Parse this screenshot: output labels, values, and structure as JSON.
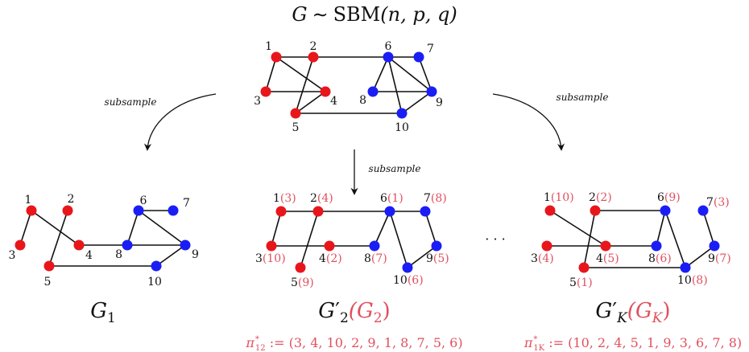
{
  "title": {
    "G": "G",
    "sim": "∼",
    "sbm": "SBM",
    "args": "(n, p, q)"
  },
  "subsample_label": "subsample",
  "ellipsis": "· · ·",
  "colors": {
    "red": "#e8161b",
    "blue": "#1a1ef5",
    "pink": "#e0505e",
    "black": "#111111"
  },
  "graphs": [
    {
      "id": "G",
      "nodes": [
        {
          "label": "1",
          "color": "red"
        },
        {
          "label": "2",
          "color": "red"
        },
        {
          "label": "3",
          "color": "red"
        },
        {
          "label": "4",
          "color": "red"
        },
        {
          "label": "5",
          "color": "red"
        },
        {
          "label": "6",
          "color": "blue"
        },
        {
          "label": "7",
          "color": "blue"
        },
        {
          "label": "8",
          "color": "blue"
        },
        {
          "label": "9",
          "color": "blue"
        },
        {
          "label": "10",
          "color": "blue"
        }
      ],
      "edges": [
        [
          1,
          2
        ],
        [
          1,
          3
        ],
        [
          1,
          4
        ],
        [
          2,
          6
        ],
        [
          2,
          5
        ],
        [
          3,
          4
        ],
        [
          4,
          5
        ],
        [
          6,
          7
        ],
        [
          6,
          8
        ],
        [
          6,
          9
        ],
        [
          6,
          10
        ],
        [
          7,
          9
        ],
        [
          8,
          9
        ],
        [
          9,
          10
        ],
        [
          5,
          10
        ]
      ]
    },
    {
      "id": "G1",
      "caption": {
        "main": "G",
        "sub": "1"
      },
      "nodes": [
        {
          "label": "1",
          "color": "red"
        },
        {
          "label": "2",
          "color": "red"
        },
        {
          "label": "3",
          "color": "red"
        },
        {
          "label": "4",
          "color": "red"
        },
        {
          "label": "5",
          "color": "red"
        },
        {
          "label": "6",
          "color": "blue"
        },
        {
          "label": "7",
          "color": "blue"
        },
        {
          "label": "8",
          "color": "blue"
        },
        {
          "label": "9",
          "color": "blue"
        },
        {
          "label": "10",
          "color": "blue"
        }
      ],
      "edges": [
        [
          1,
          3
        ],
        [
          1,
          4
        ],
        [
          2,
          5
        ],
        [
          4,
          8
        ],
        [
          5,
          10
        ],
        [
          6,
          7
        ],
        [
          6,
          8
        ],
        [
          6,
          9
        ],
        [
          8,
          9
        ],
        [
          9,
          10
        ]
      ]
    },
    {
      "id": "G2p",
      "caption": {
        "main": "G",
        "prime": "′",
        "sub": "2",
        "paren_main": "(G",
        "paren_sub": "2",
        "paren_close": ")"
      },
      "perm": {
        "pi": "π",
        "sup": "*",
        "sub": "12",
        "rest": " := (3, 4, 10, 2, 9, 1, 8, 7, 5, 6)"
      },
      "nodes": [
        {
          "label": "1",
          "perm": "(3)",
          "color": "red"
        },
        {
          "label": "2",
          "perm": "(4)",
          "color": "red"
        },
        {
          "label": "3",
          "perm": "(10)",
          "color": "red"
        },
        {
          "label": "4",
          "perm": "(2)",
          "color": "red"
        },
        {
          "label": "5",
          "perm": "(9)",
          "color": "red"
        },
        {
          "label": "6",
          "perm": "(1)",
          "color": "blue"
        },
        {
          "label": "7",
          "perm": "(8)",
          "color": "blue"
        },
        {
          "label": "8",
          "perm": "(7)",
          "color": "blue"
        },
        {
          "label": "9",
          "perm": "(5)",
          "color": "blue"
        },
        {
          "label": "10",
          "perm": "(6)",
          "color": "blue"
        }
      ],
      "edges": [
        [
          1,
          2
        ],
        [
          1,
          3
        ],
        [
          2,
          6
        ],
        [
          2,
          5
        ],
        [
          3,
          8
        ],
        [
          6,
          7
        ],
        [
          6,
          8
        ],
        [
          6,
          10
        ],
        [
          7,
          9
        ],
        [
          9,
          10
        ]
      ]
    },
    {
      "id": "GKp",
      "caption": {
        "main": "G",
        "prime": "′",
        "sub": "K",
        "paren_main": "(G",
        "paren_sub": "K",
        "paren_close": ")"
      },
      "perm": {
        "pi": "π",
        "sup": "*",
        "sub": "1K",
        "rest": " := (10, 2, 4, 5, 1, 9, 3, 6, 7, 8)"
      },
      "nodes": [
        {
          "label": "1",
          "perm": "(10)",
          "color": "red"
        },
        {
          "label": "2",
          "perm": "(2)",
          "color": "red"
        },
        {
          "label": "3",
          "perm": "(4)",
          "color": "red"
        },
        {
          "label": "4",
          "perm": "(5)",
          "color": "red"
        },
        {
          "label": "5",
          "perm": "(1)",
          "color": "red"
        },
        {
          "label": "6",
          "perm": "(9)",
          "color": "blue"
        },
        {
          "label": "7",
          "perm": "(3)",
          "color": "blue"
        },
        {
          "label": "8",
          "perm": "(6)",
          "color": "blue"
        },
        {
          "label": "9",
          "perm": "(7)",
          "color": "blue"
        },
        {
          "label": "10",
          "perm": "(8)",
          "color": "blue"
        }
      ],
      "edges": [
        [
          1,
          4
        ],
        [
          2,
          5
        ],
        [
          2,
          6
        ],
        [
          3,
          4
        ],
        [
          4,
          8
        ],
        [
          5,
          10
        ],
        [
          6,
          8
        ],
        [
          6,
          10
        ],
        [
          7,
          9
        ],
        [
          9,
          10
        ]
      ]
    }
  ]
}
